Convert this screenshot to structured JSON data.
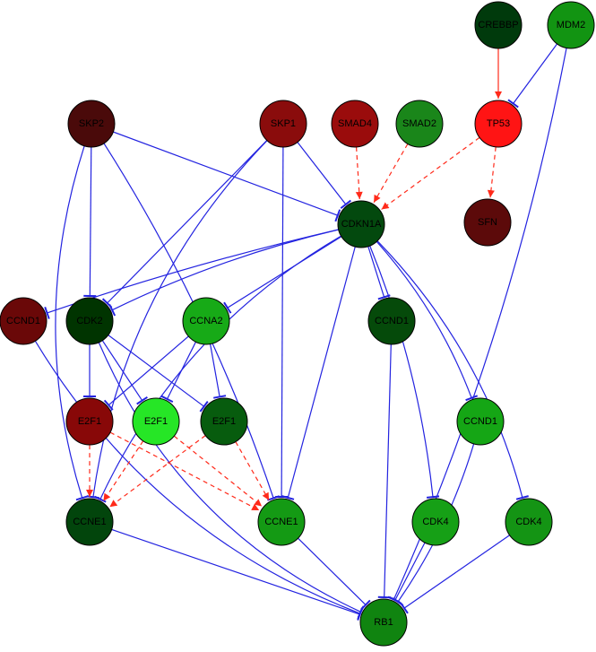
{
  "diagram": {
    "colors": {
      "inhibit_edge": "#2323e0",
      "activate_edge": "#ff2a1a",
      "node_border": "#000000",
      "label": "#000000"
    },
    "nodes": [
      {
        "id": "crebbp",
        "label": "CREBBP",
        "fill": "#003a0c"
      },
      {
        "id": "mdm2",
        "label": "MDM2",
        "fill": "#129412"
      },
      {
        "id": "skp2",
        "label": "SKP2",
        "fill": "#4a0a0a"
      },
      {
        "id": "skp1",
        "label": "SKP1",
        "fill": "#8a0c0c"
      },
      {
        "id": "smad4",
        "label": "SMAD4",
        "fill": "#9a0c0c"
      },
      {
        "id": "smad2",
        "label": "SMAD2",
        "fill": "#1a861a"
      },
      {
        "id": "tp53",
        "label": "TP53",
        "fill": "#ff1414"
      },
      {
        "id": "cdkn1a",
        "label": "CDKN1A",
        "fill": "#03490e"
      },
      {
        "id": "sfn",
        "label": "SFN",
        "fill": "#5c0a0a"
      },
      {
        "id": "ccnd1_a",
        "label": "CCND1",
        "fill": "#6a0808"
      },
      {
        "id": "cdk2",
        "label": "CDK2",
        "fill": "#003400"
      },
      {
        "id": "ccna2",
        "label": "CCNA2",
        "fill": "#17aa17"
      },
      {
        "id": "ccnd1_b",
        "label": "CCND1",
        "fill": "#054a0a"
      },
      {
        "id": "e2f1_a",
        "label": "E2F1",
        "fill": "#880808"
      },
      {
        "id": "e2f1_b",
        "label": "E2F1",
        "fill": "#26e626"
      },
      {
        "id": "e2f1_c",
        "label": "E2F1",
        "fill": "#075c0e"
      },
      {
        "id": "ccnd1_c",
        "label": "CCND1",
        "fill": "#15a615"
      },
      {
        "id": "ccne1_a",
        "label": "CCNE1",
        "fill": "#02450c"
      },
      {
        "id": "ccne1_b",
        "label": "CCNE1",
        "fill": "#149a14"
      },
      {
        "id": "cdk4_a",
        "label": "CDK4",
        "fill": "#16a016"
      },
      {
        "id": "cdk4_b",
        "label": "CDK4",
        "fill": "#149414"
      },
      {
        "id": "rb1",
        "label": "RB1",
        "fill": "#108410"
      }
    ],
    "edges": [
      {
        "from": "crebbp",
        "to": "tp53",
        "type": "activate",
        "style": "solid"
      },
      {
        "from": "mdm2",
        "to": "tp53",
        "type": "inhibit"
      },
      {
        "from": "mdm2",
        "to": "rb1",
        "type": "inhibit"
      },
      {
        "from": "smad4",
        "to": "cdkn1a",
        "type": "activate",
        "style": "dashed"
      },
      {
        "from": "smad2",
        "to": "cdkn1a",
        "type": "activate",
        "style": "dashed"
      },
      {
        "from": "tp53",
        "to": "cdkn1a",
        "type": "activate",
        "style": "dashed"
      },
      {
        "from": "tp53",
        "to": "sfn",
        "type": "activate",
        "style": "dashed"
      },
      {
        "from": "skp2",
        "to": "cdkn1a",
        "type": "inhibit"
      },
      {
        "from": "skp2",
        "to": "cdk2",
        "type": "inhibit"
      },
      {
        "from": "skp2",
        "to": "ccne1_b",
        "type": "inhibit"
      },
      {
        "from": "skp2",
        "to": "ccne1_a",
        "type": "inhibit"
      },
      {
        "from": "skp1",
        "to": "cdkn1a",
        "type": "inhibit"
      },
      {
        "from": "skp1",
        "to": "cdk2",
        "type": "inhibit"
      },
      {
        "from": "skp1",
        "to": "ccne1_b",
        "type": "inhibit"
      },
      {
        "from": "skp1",
        "to": "ccne1_a",
        "type": "inhibit"
      },
      {
        "from": "cdkn1a",
        "to": "ccnd1_a",
        "type": "inhibit"
      },
      {
        "from": "cdkn1a",
        "to": "cdk2",
        "type": "inhibit"
      },
      {
        "from": "cdkn1a",
        "to": "ccna2",
        "type": "inhibit"
      },
      {
        "from": "cdkn1a",
        "to": "ccnd1_b",
        "type": "inhibit"
      },
      {
        "from": "cdkn1a",
        "to": "ccnd1_c",
        "type": "inhibit"
      },
      {
        "from": "cdkn1a",
        "to": "cdk4_a",
        "type": "inhibit"
      },
      {
        "from": "cdkn1a",
        "to": "cdk4_b",
        "type": "inhibit"
      },
      {
        "from": "cdkn1a",
        "to": "ccne1_b",
        "type": "inhibit"
      },
      {
        "from": "cdkn1a",
        "to": "ccne1_a",
        "type": "inhibit"
      },
      {
        "from": "cdk2",
        "to": "e2f1_a",
        "type": "inhibit"
      },
      {
        "from": "cdk2",
        "to": "e2f1_b",
        "type": "inhibit"
      },
      {
        "from": "cdk2",
        "to": "e2f1_c",
        "type": "inhibit"
      },
      {
        "from": "cdk2",
        "to": "rb1",
        "type": "inhibit"
      },
      {
        "from": "ccna2",
        "to": "e2f1_a",
        "type": "inhibit"
      },
      {
        "from": "ccna2",
        "to": "e2f1_b",
        "type": "inhibit"
      },
      {
        "from": "ccna2",
        "to": "e2f1_c",
        "type": "inhibit"
      },
      {
        "from": "ccnd1_a",
        "to": "rb1",
        "type": "inhibit"
      },
      {
        "from": "ccnd1_b",
        "to": "rb1",
        "type": "inhibit"
      },
      {
        "from": "e2f1_a",
        "to": "ccne1_a",
        "type": "activate",
        "style": "dashed"
      },
      {
        "from": "e2f1_a",
        "to": "ccne1_b",
        "type": "activate",
        "style": "dashed"
      },
      {
        "from": "e2f1_b",
        "to": "ccne1_a",
        "type": "activate",
        "style": "dashed"
      },
      {
        "from": "e2f1_b",
        "to": "ccne1_b",
        "type": "activate",
        "style": "dashed"
      },
      {
        "from": "e2f1_c",
        "to": "ccne1_a",
        "type": "activate",
        "style": "dashed"
      },
      {
        "from": "e2f1_c",
        "to": "ccne1_b",
        "type": "activate",
        "style": "dashed"
      },
      {
        "from": "ccne1_a",
        "to": "rb1",
        "type": "inhibit"
      },
      {
        "from": "ccne1_b",
        "to": "rb1",
        "type": "inhibit"
      },
      {
        "from": "cdk4_a",
        "to": "rb1",
        "type": "inhibit"
      },
      {
        "from": "cdk4_b",
        "to": "rb1",
        "type": "inhibit"
      },
      {
        "from": "ccnd1_c",
        "to": "rb1",
        "type": "inhibit"
      }
    ]
  }
}
